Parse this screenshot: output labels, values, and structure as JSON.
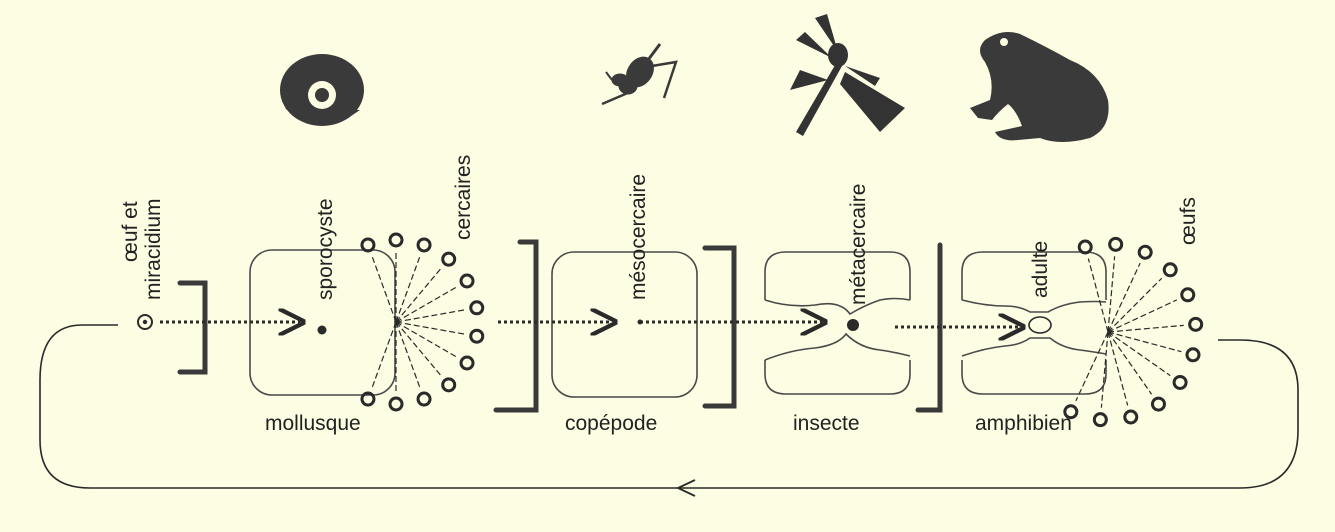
{
  "labels": {
    "egg_miracidium_line1": "œuf et",
    "egg_miracidium_line2": "miracidium",
    "sporocyst": "sporocyste",
    "cercariae": "cercaires",
    "mesocercaria": "mésocercaire",
    "metacercaria": "métacercaire",
    "adult": "adulte",
    "eggs": "œufs"
  },
  "hosts": [
    {
      "name": "mollusque",
      "icon": "snail-icon"
    },
    {
      "name": "copépode",
      "icon": "copepod-icon"
    },
    {
      "name": "insecte",
      "icon": "dragonfly-icon"
    },
    {
      "name": "amphibien",
      "icon": "frog-icon"
    }
  ],
  "colors": {
    "background": "#fdfde3",
    "ink": "#2a2a2a",
    "box_stroke": "#4a4a4a"
  }
}
